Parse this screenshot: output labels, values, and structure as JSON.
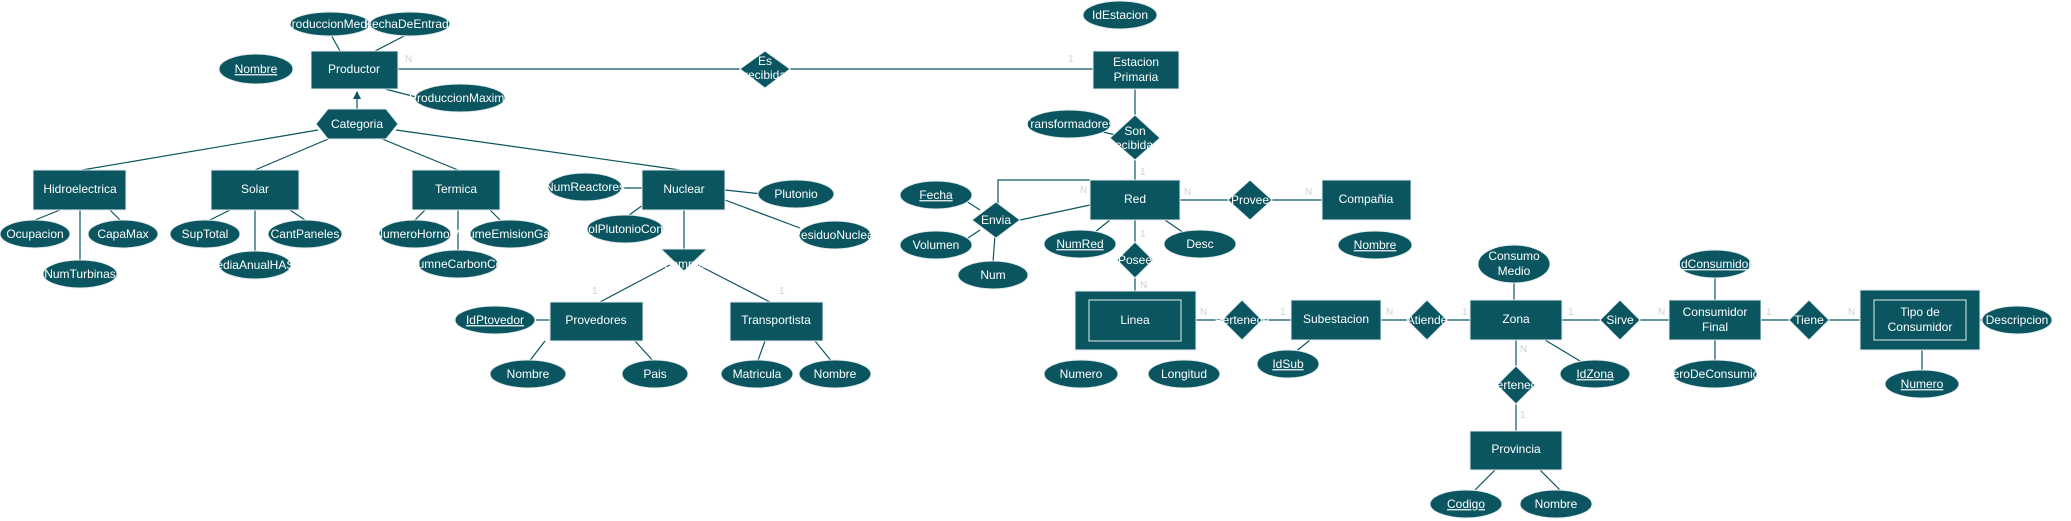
{
  "entities": {
    "productor": "Productor",
    "estacion_primaria": [
      "Estacion",
      "Primaria"
    ],
    "red": "Red",
    "compania": "Compañia",
    "hidroelectrica": "Hidroelectrica",
    "solar": "Solar",
    "termica": "Termica",
    "nuclear": "Nuclear",
    "provedores": "Provedores",
    "transportista": "Transportista",
    "linea": "Linea",
    "subestacion": "Subestacion",
    "zona": "Zona",
    "consumidor_final": [
      "Consumidor",
      "Final"
    ],
    "tipo_consumidor": [
      "Tipo de",
      "Consumidor"
    ],
    "provincia": "Provincia"
  },
  "relationships": {
    "es_recibida": [
      "Es",
      "recibida"
    ],
    "categoria": "Categoria",
    "son_recibidas": [
      "Son",
      "recibidas"
    ],
    "provee": "Provee",
    "envia": "Envia",
    "posee": "Posee",
    "compra": "Compra",
    "pertenece_linea": "Pertenece",
    "atiende": "Atiende",
    "sirve": "Sirve",
    "tiene": "Tiene",
    "pertenece_zona": "Pertenece"
  },
  "attributes": {
    "produccion_media": "ProduccionMedia",
    "fecha_entrada": "FechaDeEntrada",
    "nombre_productor": "Nombre",
    "produccion_maxima": "ProduccionMaxima",
    "id_estacion": "IdEstacion",
    "transformadores": "Transformadores",
    "fecha": "Fecha",
    "volumen": "Volumen",
    "num": "Num",
    "num_red": "NumRed",
    "desc": "Desc",
    "nombre_compania": "Nombre",
    "ocupacion": "Ocupacion",
    "capa_max": "CapaMax",
    "num_turbinas": "NumTurbinas",
    "sup_total": "SupTotal",
    "cant_paneles": "CantPaneles",
    "media_anual": "MediaAnualHASol",
    "numero_hornos": "NumeroHornos",
    "volume_emision": "VolumeEmisionGases",
    "volumne_carbon": "VolumneCarbonCons",
    "num_reactores": "NumReactores",
    "plutonio": "Plutonio",
    "vol_plutonio": "VolPlutonioCons",
    "residuo_nuclear": "ResiduoNuclear",
    "id_provedor": "IdPtovedor",
    "nombre_provedor": "Nombre",
    "pais": "Pais",
    "matricula": "Matricula",
    "nombre_transportista": "Nombre",
    "numero_linea": "Numero",
    "longitud": "Longitud",
    "id_sub": "IdSub",
    "consumo_medio": [
      "Consumo",
      "Medio"
    ],
    "id_zona": "IdZona",
    "id_consumidor": "IdConsumidor",
    "numero_de_consumidores": "NumeroDeConsumidores",
    "descripcion": "Descripcion",
    "numero_tipo": "Numero",
    "codigo": "Codigo",
    "nombre_provincia": "Nombre"
  },
  "cardinalities": {
    "productor_es": "N",
    "estacion_es": "1",
    "red_son": "1",
    "red_envia": "N",
    "red_provee": "N",
    "compania_provee": "N",
    "red_posee": "1",
    "linea_posee": "N",
    "compra_provedores": "1",
    "compra_transportista": "1",
    "linea_pertenece": "N",
    "sub_pertenece": "1",
    "sub_atiende": "N",
    "zona_atiende": "1",
    "zona_sirve": "1",
    "consumidor_sirve": "N",
    "consumidor_tiene": "1",
    "tipo_tiene": "N",
    "zona_pertenece": "N",
    "provincia_pertenece": "1"
  }
}
